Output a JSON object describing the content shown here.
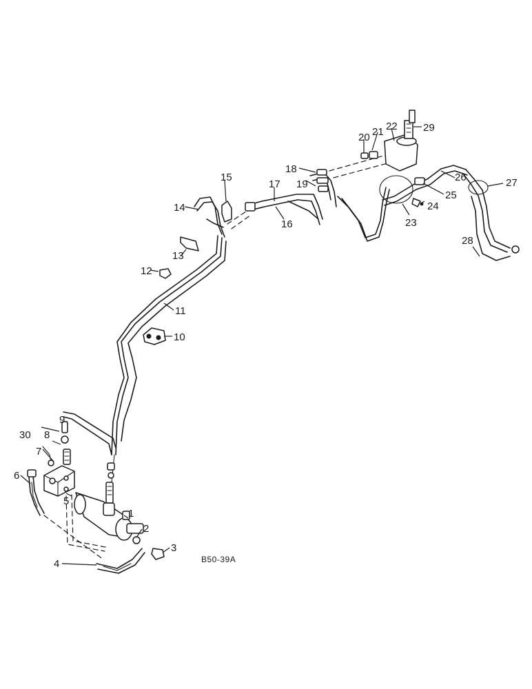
{
  "figure": {
    "code": "B50-39A",
    "callouts": [
      "1",
      "2",
      "3",
      "4",
      "5",
      "6",
      "7",
      "8",
      "9",
      "10",
      "11",
      "12",
      "13",
      "14",
      "15",
      "16",
      "17",
      "18",
      "19",
      "20",
      "21",
      "22",
      "23",
      "24",
      "25",
      "26",
      "27",
      "28",
      "29",
      "30"
    ]
  }
}
